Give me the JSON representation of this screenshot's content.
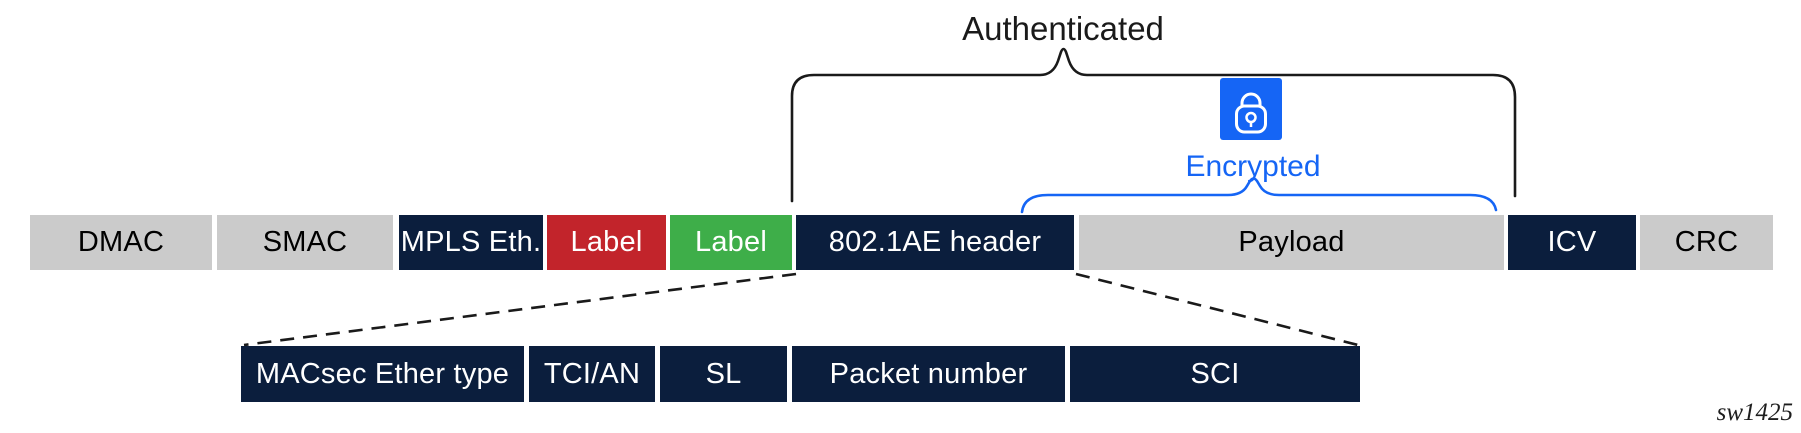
{
  "annotations": {
    "authenticated": "Authenticated",
    "encrypted": "Encrypted"
  },
  "frame_row": {
    "fields": [
      {
        "label": "DMAC",
        "style": "gray"
      },
      {
        "label": "SMAC",
        "style": "gray"
      },
      {
        "label": "MPLS Eth.",
        "style": "navy"
      },
      {
        "label": "Label",
        "style": "red"
      },
      {
        "label": "Label",
        "style": "green"
      },
      {
        "label": "802.1AE header",
        "style": "navy"
      },
      {
        "label": "Payload",
        "style": "gray"
      },
      {
        "label": "ICV",
        "style": "navy"
      },
      {
        "label": "CRC",
        "style": "gray"
      }
    ]
  },
  "header_detail_row": {
    "fields": [
      {
        "label": "MACsec Ether type",
        "style": "navy"
      },
      {
        "label": "TCI/AN",
        "style": "navy"
      },
      {
        "label": "SL",
        "style": "navy"
      },
      {
        "label": "Packet number",
        "style": "navy"
      },
      {
        "label": "SCI",
        "style": "navy"
      }
    ]
  },
  "watermark": "sw1425",
  "colors": {
    "navy": "#0b1e3d",
    "red": "#c2242b",
    "green": "#3eae49",
    "gray": "#cbcbcb",
    "encrypted_blue": "#1565f5",
    "line_ink": "#1a1a1a"
  }
}
